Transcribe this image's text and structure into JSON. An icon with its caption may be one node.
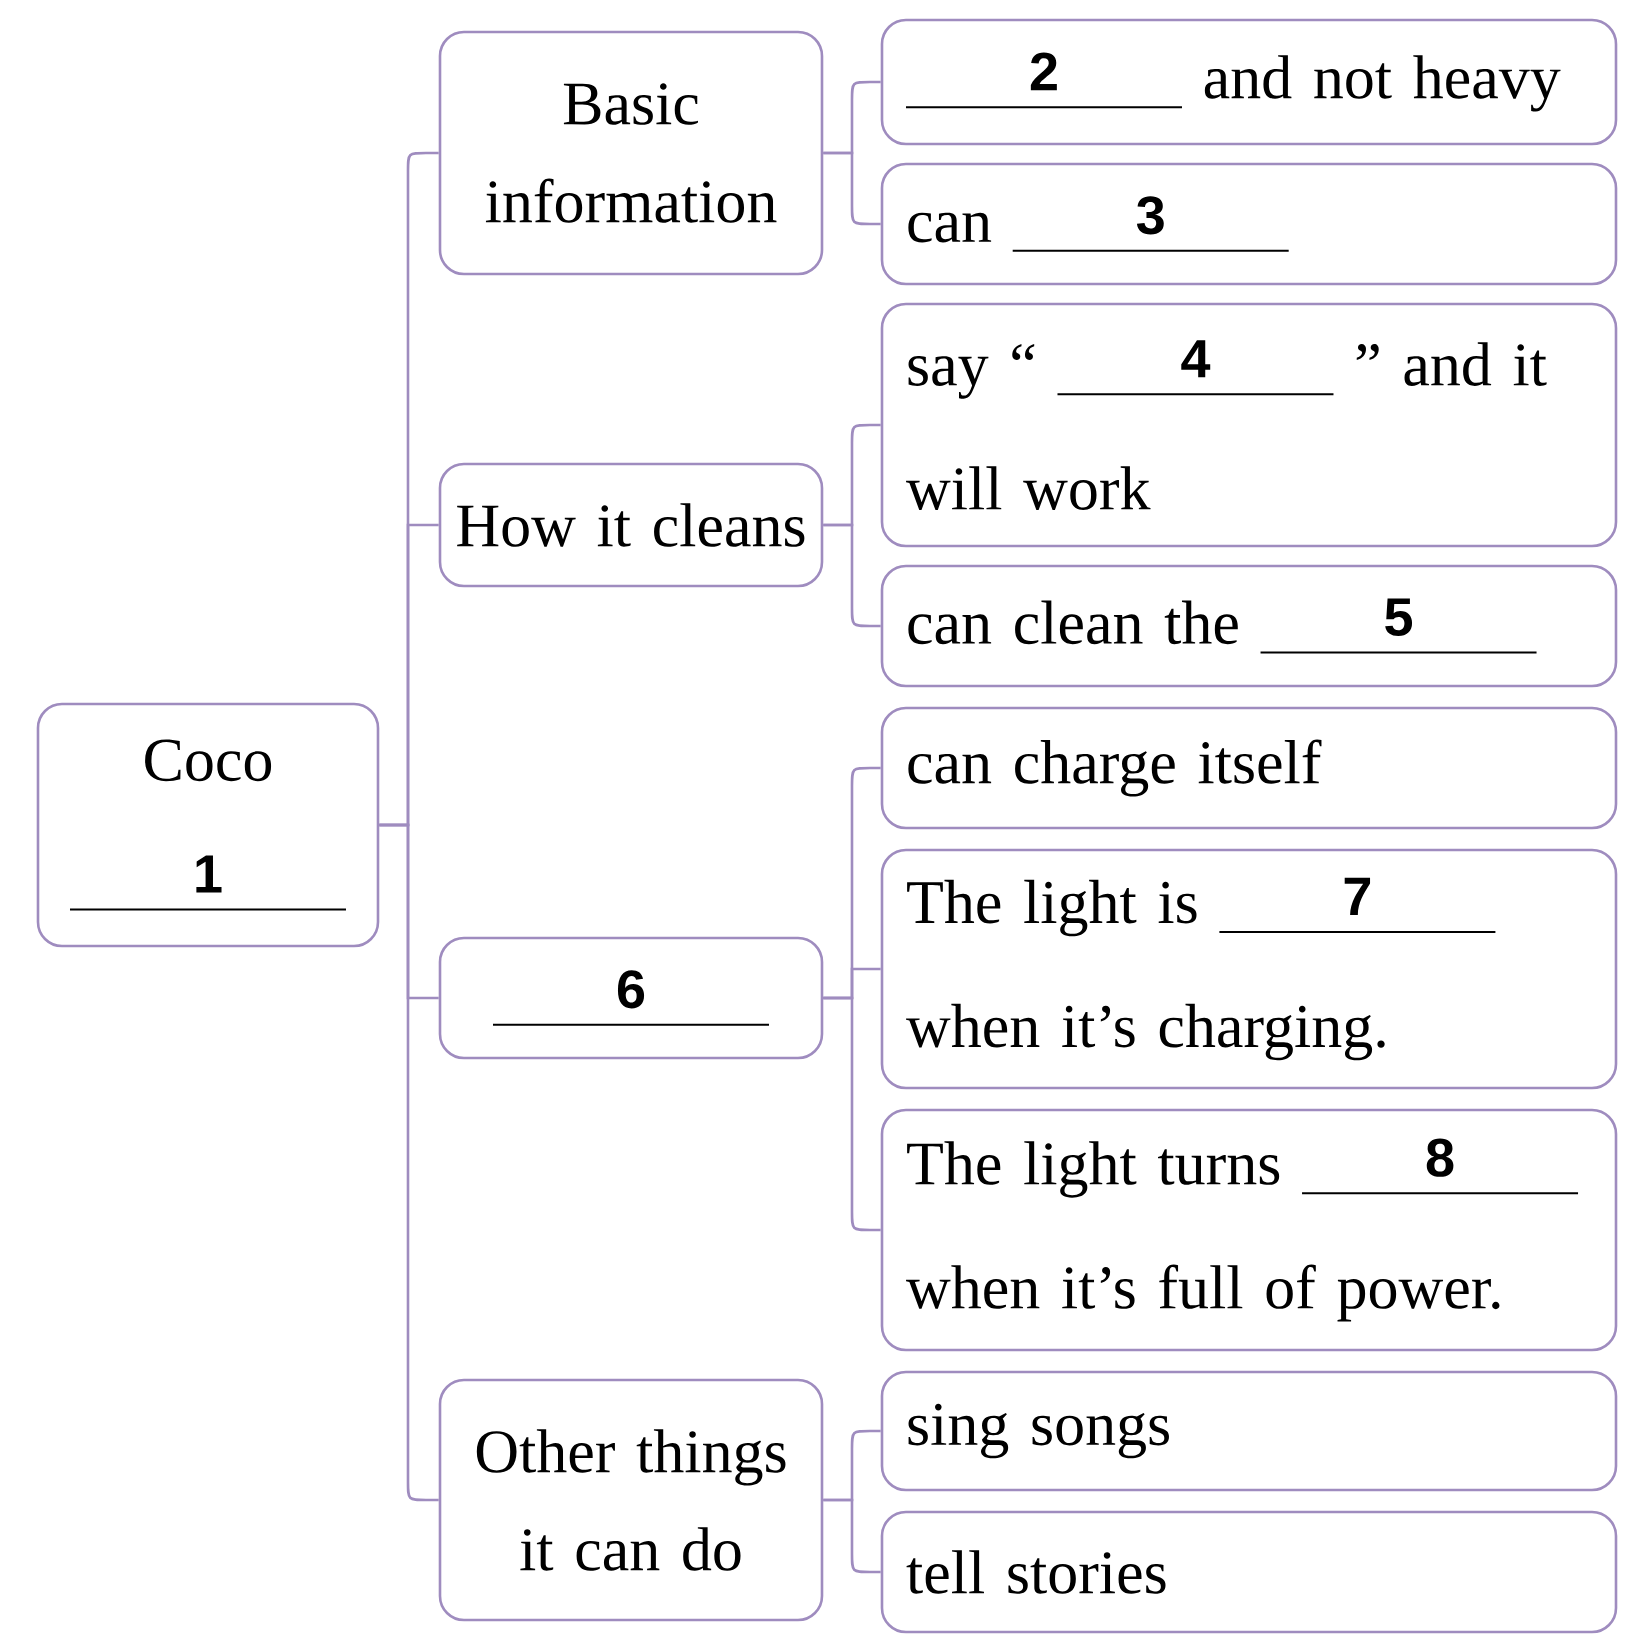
{
  "diagram": {
    "nodes": [
      {
        "text": [
          "Coco",
          "1"
        ]
      },
      {
        "text": [
          "Basic information"
        ]
      },
      {
        "text": [
          "How it cleans"
        ]
      },
      {
        "text": [
          "6"
        ]
      },
      {
        "text": [
          "Other things it can do"
        ]
      },
      {
        "text": [
          "2",
          "and not heavy"
        ]
      },
      {
        "text": [
          "can",
          "3"
        ]
      },
      {
        "text": [
          "say “",
          "4",
          "” and it will work"
        ]
      },
      {
        "text": [
          "can clean the",
          "5"
        ]
      },
      {
        "text": [
          "can charge itself"
        ]
      },
      {
        "text": [
          "The light is",
          "7",
          "when it’s charging."
        ]
      },
      {
        "text": [
          "The light turns",
          "8",
          "when it’s full of power."
        ]
      },
      {
        "text": [
          "sing songs"
        ]
      },
      {
        "text": [
          "tell stories"
        ]
      }
    ],
    "edges": [
      {
        "from": 0,
        "to": 1,
        "arrow": "none"
      },
      {
        "from": 0,
        "to": 2,
        "arrow": "none"
      },
      {
        "from": 0,
        "to": 3,
        "arrow": "none"
      },
      {
        "from": 0,
        "to": 4,
        "arrow": "none"
      },
      {
        "from": 1,
        "to": 5,
        "arrow": "none"
      },
      {
        "from": 1,
        "to": 6,
        "arrow": "none"
      },
      {
        "from": 2,
        "to": 7,
        "arrow": "none"
      },
      {
        "from": 2,
        "to": 8,
        "arrow": "none"
      },
      {
        "from": 3,
        "to": 9,
        "arrow": "none"
      },
      {
        "from": 3,
        "to": 10,
        "arrow": "none"
      },
      {
        "from": 3,
        "to": 11,
        "arrow": "none"
      },
      {
        "from": 4,
        "to": 12,
        "arrow": "none"
      },
      {
        "from": 4,
        "to": 13,
        "arrow": "none"
      }
    ]
  }
}
